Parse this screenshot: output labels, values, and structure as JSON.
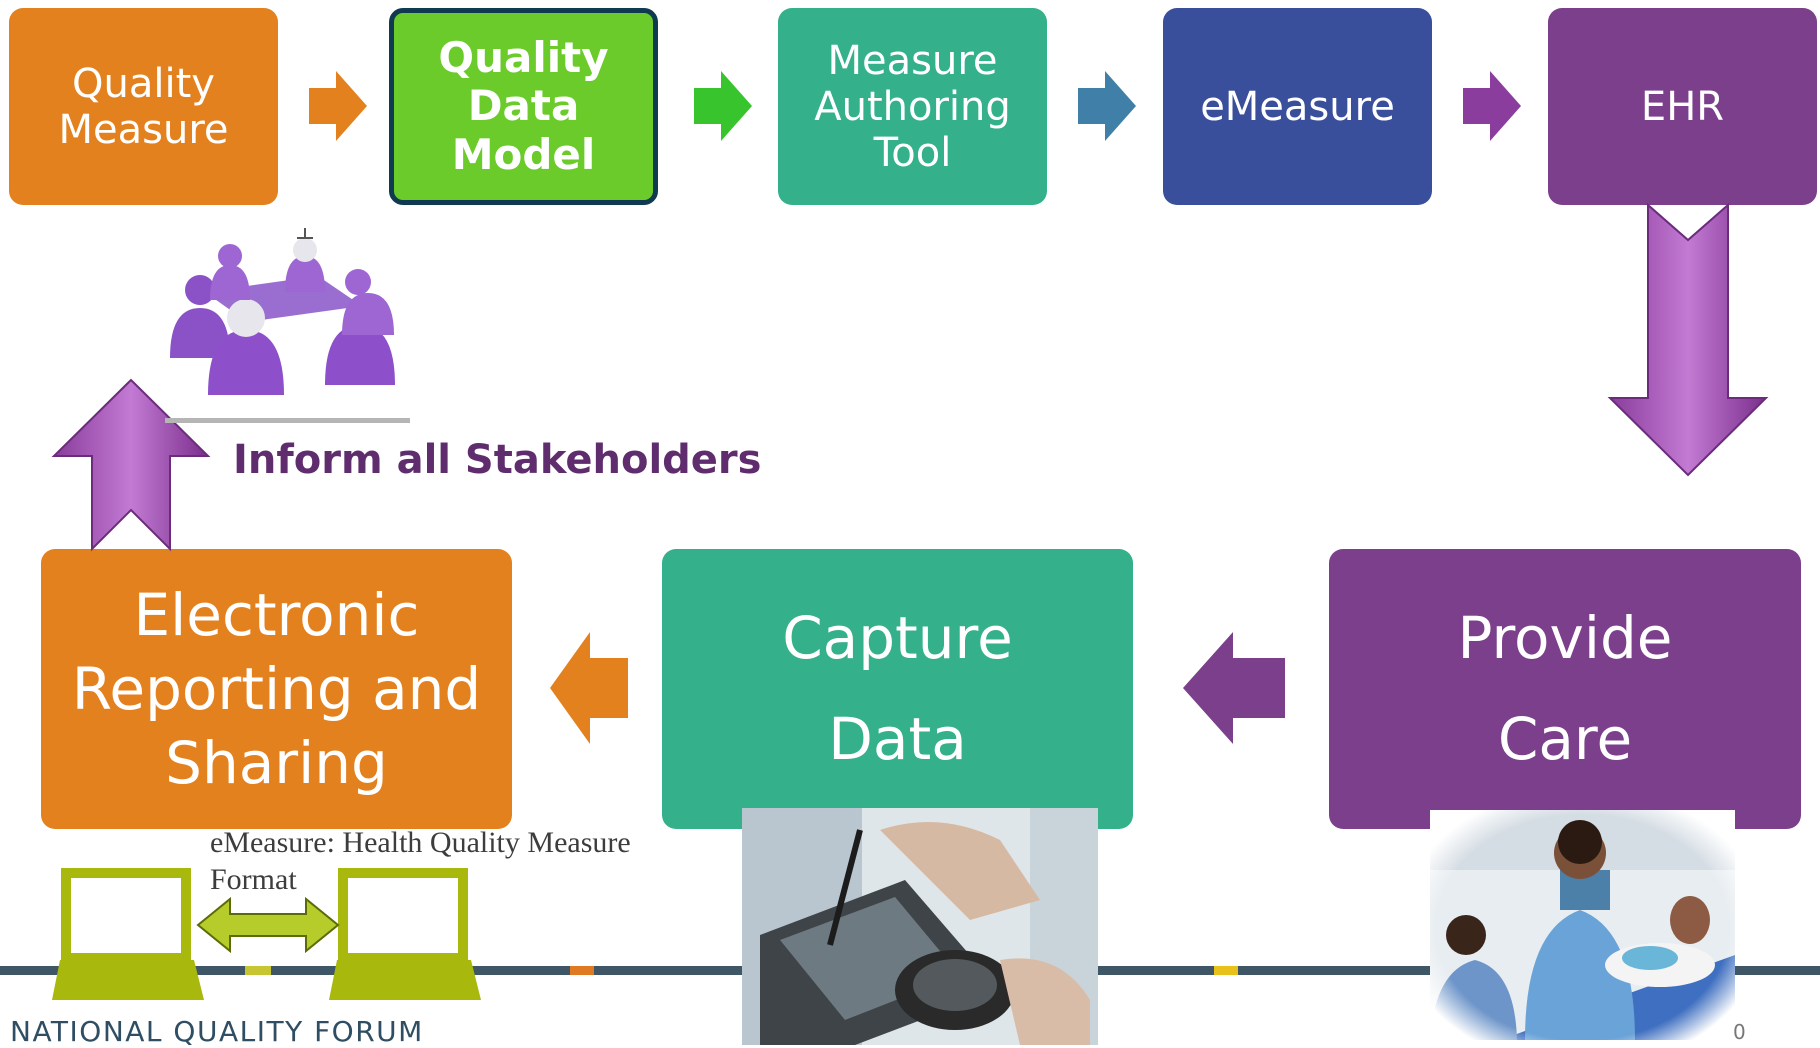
{
  "flow_top": [
    {
      "label": "Quality\nMeasure",
      "color": "#e4811f"
    },
    {
      "label": "Quality\nData Model",
      "color": "#6acb2b"
    },
    {
      "label": "Measure\nAuthoring\nTool",
      "color": "#34b08b"
    },
    {
      "label": "eMeasure",
      "color": "#3a4f9b"
    },
    {
      "label": "EHR",
      "color": "#7b3f8b"
    }
  ],
  "flow_bottom": [
    {
      "label": "Provide\nCare",
      "color": "#7b3f8b"
    },
    {
      "label": "Capture\nData",
      "color": "#34b08b"
    },
    {
      "label": "Electronic\nReporting and\nSharing",
      "color": "#e4811f"
    }
  ],
  "inform_label": "Inform all Stakeholders",
  "emeasure_note": "eMeasure: Health Quality Measure Format",
  "footer": {
    "org": "NATIONAL QUALITY FORUM",
    "page_number": "0"
  },
  "colors": {
    "orange": "#e4811f",
    "green": "#6acb2b",
    "teal": "#34b08b",
    "blue": "#3a4f9b",
    "purple": "#7b3f8b",
    "dark_purple": "#5f2d6e"
  }
}
